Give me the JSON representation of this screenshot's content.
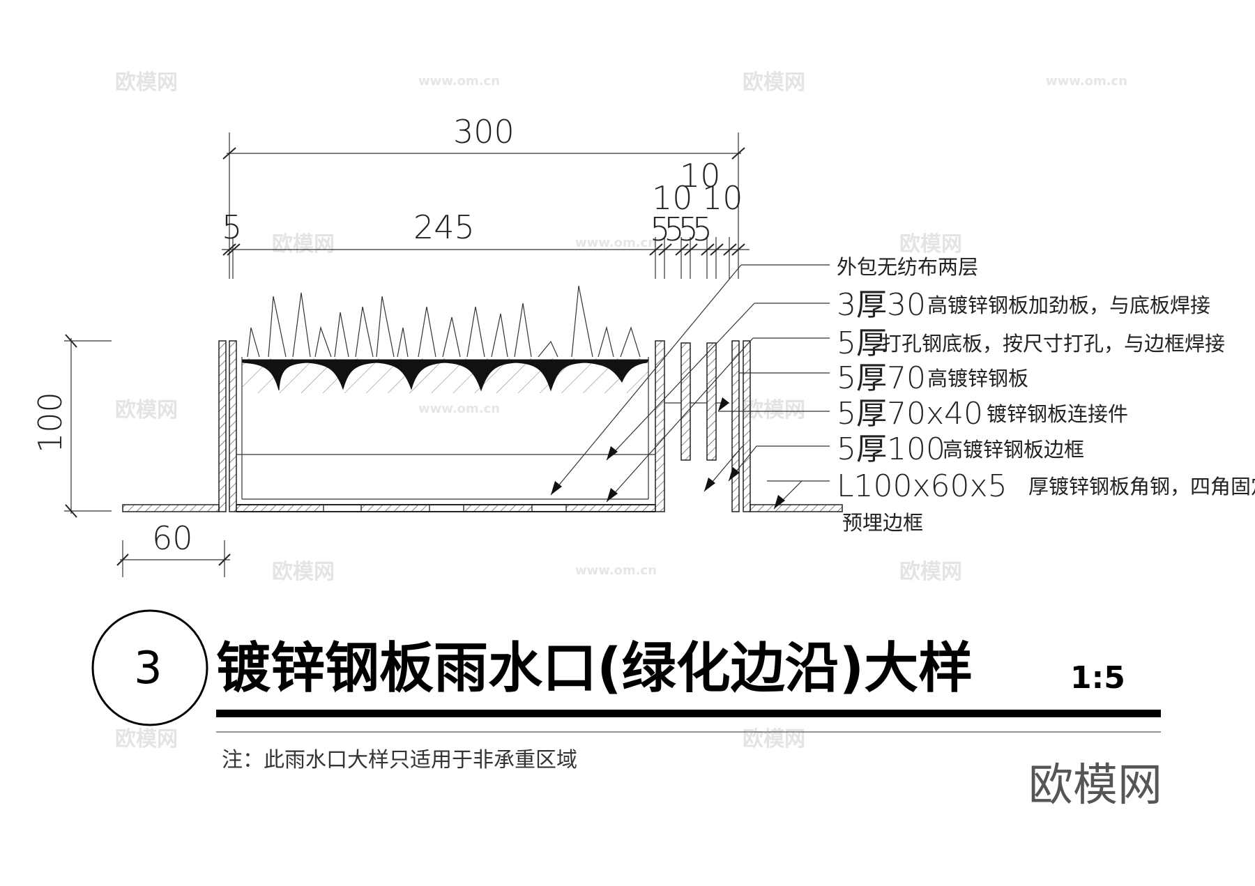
{
  "dimensions": {
    "total_width": "300",
    "inner_width": "245",
    "left_gap": "5",
    "top_stack": "10",
    "mid_10a": "10",
    "mid_10b": "10",
    "small_5s": "5555",
    "height": "100",
    "flange": "60"
  },
  "labels": [
    {
      "big": "",
      "small": "外包无纺布两层"
    },
    {
      "big": "3厚30",
      "small": "高镀锌钢板加劲板，与底板焊接"
    },
    {
      "big": "5厚",
      "small": "打孔钢底板，按尺寸打孔，与边框焊接"
    },
    {
      "big": "5厚70",
      "small": "高镀锌钢板"
    },
    {
      "big": "5厚70x40",
      "small": "镀锌钢板连接件"
    },
    {
      "big": "5厚100",
      "small": "高镀锌钢板边框"
    },
    {
      "big": "L100x60x5",
      "small": "厚镀锌钢板角钢，四角固定"
    },
    {
      "big": "",
      "small": "预埋边框"
    }
  ],
  "title": {
    "number": "3",
    "text": "镀锌钢板雨水口(绿化边沿)大样",
    "scale": "1:5"
  },
  "remark": "注：此雨水口大样只适用于非承重区域",
  "watermark": {
    "logo": "欧模网",
    "url": "www.om.cn",
    "brand": "欧模网"
  }
}
